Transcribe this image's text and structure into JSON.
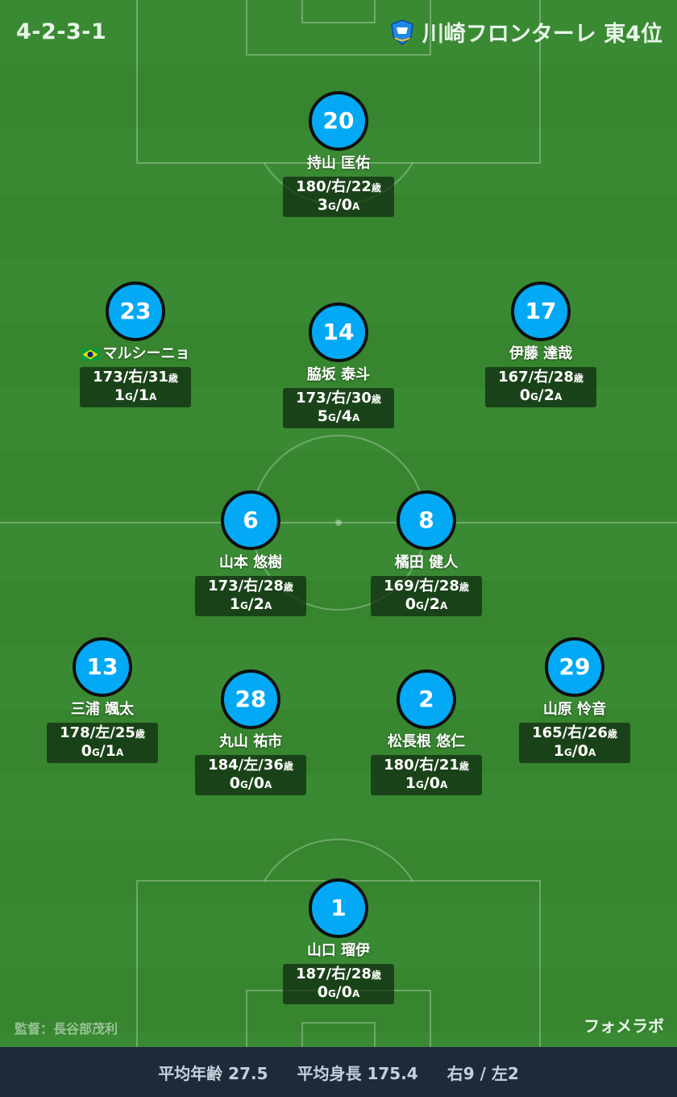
{
  "header": {
    "formation": "4-2-3-1",
    "team": "川崎フロンターレ 東4位"
  },
  "players": [
    {
      "number": "20",
      "name": "持山 匡佑",
      "height": "180",
      "foot": "右",
      "age": "22",
      "goals": "3",
      "assists": "0"
    },
    {
      "number": "23",
      "name": "マルシーニョ",
      "flag": "brazil",
      "height": "173",
      "foot": "右",
      "age": "31",
      "goals": "1",
      "assists": "1"
    },
    {
      "number": "14",
      "name": "脇坂 泰斗",
      "height": "173",
      "foot": "右",
      "age": "30",
      "goals": "5",
      "assists": "4"
    },
    {
      "number": "17",
      "name": "伊藤 達哉",
      "height": "167",
      "foot": "右",
      "age": "28",
      "goals": "0",
      "assists": "2"
    },
    {
      "number": "6",
      "name": "山本 悠樹",
      "height": "173",
      "foot": "右",
      "age": "28",
      "goals": "1",
      "assists": "2"
    },
    {
      "number": "8",
      "name": "橘田 健人",
      "height": "169",
      "foot": "右",
      "age": "28",
      "goals": "0",
      "assists": "2"
    },
    {
      "number": "13",
      "name": "三浦 颯太",
      "height": "178",
      "foot": "左",
      "age": "25",
      "goals": "0",
      "assists": "1"
    },
    {
      "number": "28",
      "name": "丸山 祐市",
      "height": "184",
      "foot": "左",
      "age": "36",
      "goals": "0",
      "assists": "0"
    },
    {
      "number": "2",
      "name": "松長根 悠仁",
      "height": "180",
      "foot": "右",
      "age": "21",
      "goals": "1",
      "assists": "0"
    },
    {
      "number": "29",
      "name": "山原 怜音",
      "height": "165",
      "foot": "右",
      "age": "26",
      "goals": "1",
      "assists": "0"
    },
    {
      "number": "1",
      "name": "山口 瑠伊",
      "height": "187",
      "foot": "右",
      "age": "28",
      "goals": "0",
      "assists": "0"
    }
  ],
  "labels": {
    "age_unit": "歳",
    "goal_unit": "G",
    "assist_unit": "A"
  },
  "manager": "監督：長谷部茂利",
  "brand": "フォメラボ",
  "footer": {
    "avg_age": "平均年齢 27.5",
    "avg_height": "平均身長 175.4",
    "foot_ratio": "右9 / 左2"
  },
  "colors": {
    "pitch": "#3a8a34",
    "player_circle": "#03a9f4",
    "footer_bg": "#1c2a3a"
  }
}
